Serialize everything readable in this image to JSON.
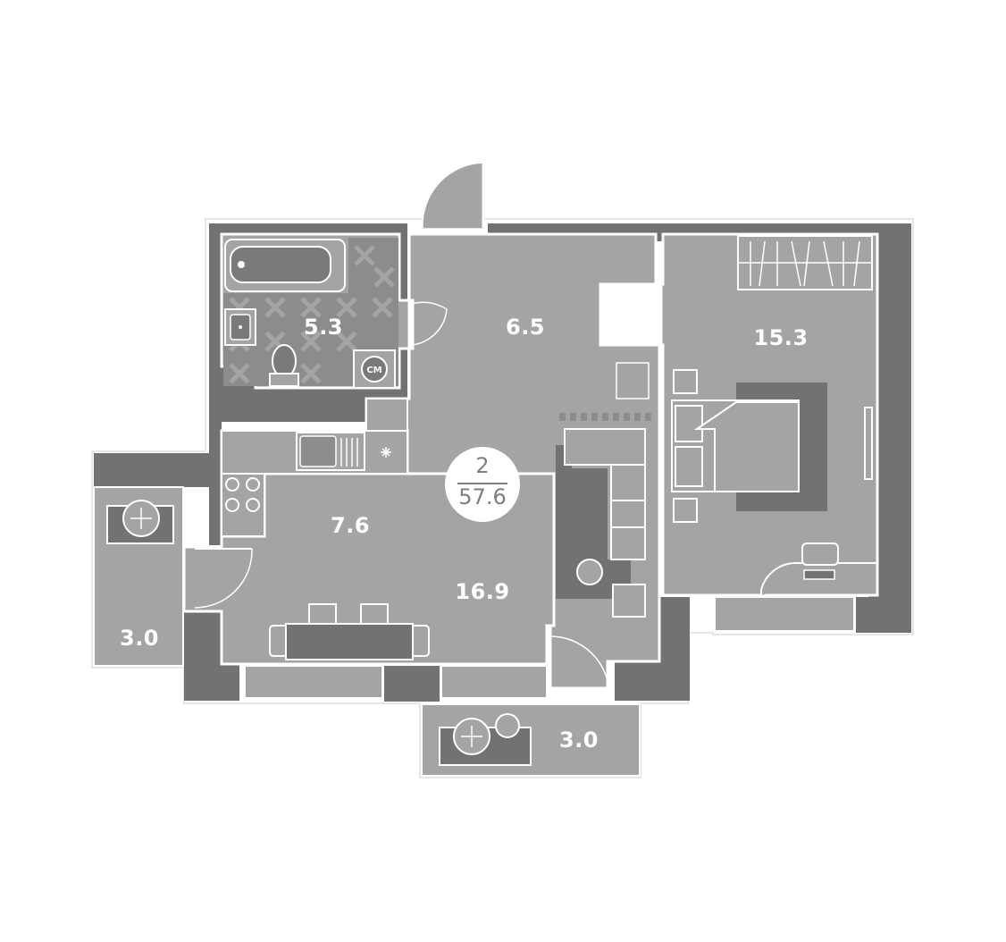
{
  "plan": {
    "rooms_count": "2",
    "total_area": "57.6",
    "rooms": {
      "bathroom": "5.3",
      "hallway": "6.5",
      "bedroom": "15.3",
      "kitchen": "7.6",
      "living": "16.9",
      "balcony_left": "3.0",
      "balcony_bottom": "3.0"
    },
    "washer_label": "CM"
  },
  "colors": {
    "floor": "#a4a4a4",
    "wall": "#727272",
    "outline": "#ffffff",
    "tile": "#8c8c8c",
    "badge_text": "#7f7f7f"
  }
}
